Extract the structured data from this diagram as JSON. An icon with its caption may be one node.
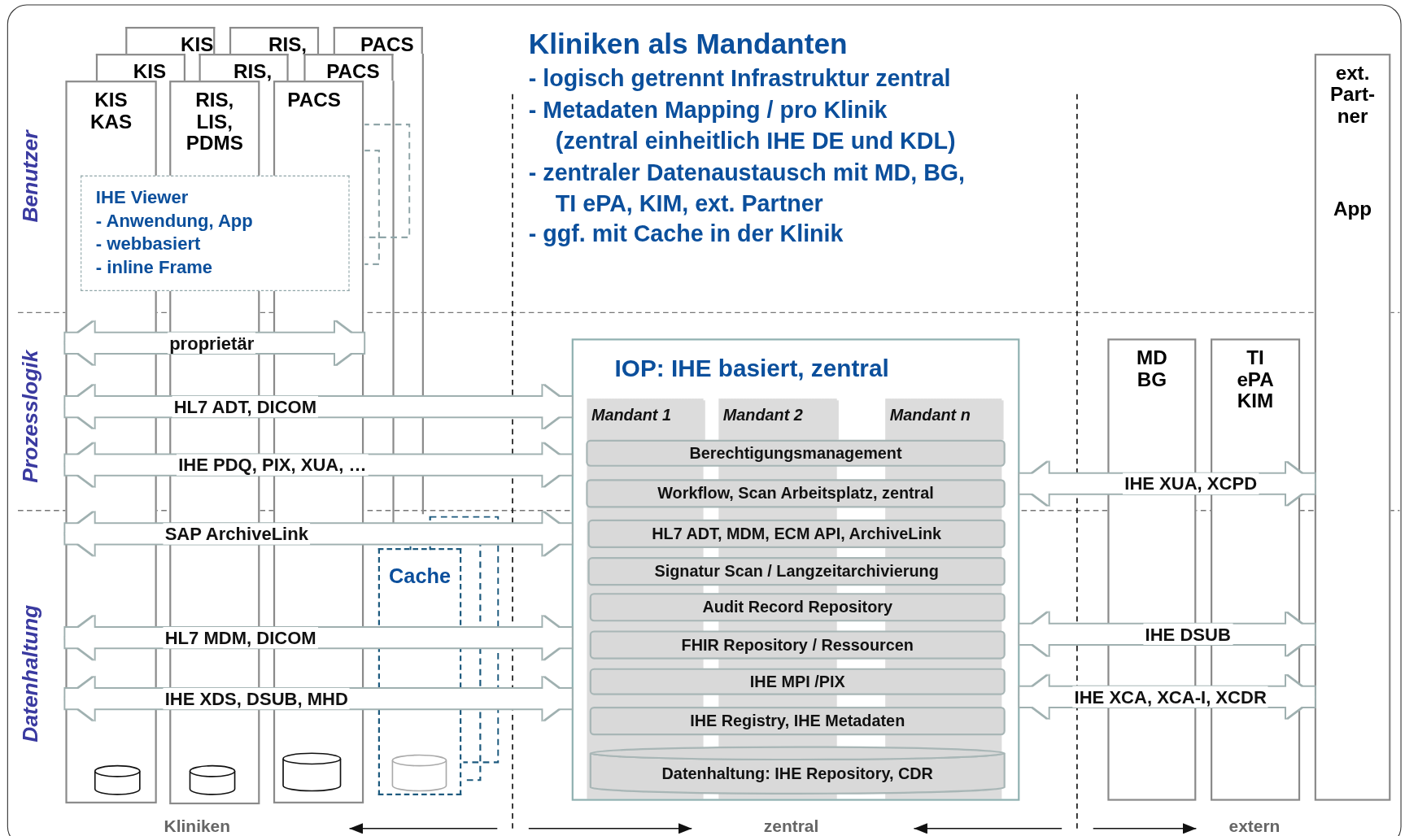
{
  "diagram": {
    "title": "Kliniken als Mandanten",
    "nodes": [
      {
        "text": [
          "KIS"
        ]
      },
      {
        "text": [
          "RIS,"
        ]
      },
      {
        "text": [
          "PACS"
        ]
      },
      {
        "text": [
          "KIS"
        ]
      },
      {
        "text": [
          "RIS,"
        ]
      },
      {
        "text": [
          "PACS"
        ]
      },
      {
        "text": [
          "KIS KAS"
        ]
      },
      {
        "text": [
          "RIS, LIS, PDMS"
        ]
      },
      {
        "text": [
          "PACS"
        ]
      },
      {
        "text": [
          "IHE Viewer",
          "- Anwendung, App",
          "- webbasiert",
          "- inline Frame"
        ]
      },
      {
        "text": [
          "IOP: IHE basiert, zentral"
        ]
      },
      {
        "text": [
          "Mandant 1"
        ],
        "in": 10
      },
      {
        "text": [
          "Mandant 2"
        ],
        "in": 10
      },
      {
        "text": [
          "Mandant n"
        ],
        "in": 10
      },
      {
        "text": [
          "Berechtigungsmanagement"
        ],
        "in": 10
      },
      {
        "text": [
          "Workflow, Scan Arbeitsplatz, zentral"
        ],
        "in": 10
      },
      {
        "text": [
          "HL7 ADT, MDM, ECM API, ArchiveLink"
        ],
        "in": 10
      },
      {
        "text": [
          "Signatur Scan / Langzeitarchivierung"
        ],
        "in": 10
      },
      {
        "text": [
          "Audit Record Repository"
        ],
        "in": 10
      },
      {
        "text": [
          "FHIR Repository / Ressourcen"
        ],
        "in": 10
      },
      {
        "text": [
          "IHE MPI /PIX"
        ],
        "in": 10
      },
      {
        "text": [
          "IHE Registry, IHE Metadaten"
        ],
        "in": 10
      },
      {
        "text": [
          "Datenhaltung: IHE Repository, CDR"
        ],
        "in": 10
      },
      {
        "text": [
          "Cache"
        ]
      },
      {
        "text": [
          "MD BG"
        ]
      },
      {
        "text": [
          "TI ePA KIM"
        ]
      },
      {
        "text": [
          "ext. Part-ner",
          "App"
        ]
      }
    ],
    "edges": [
      {
        "from": 6,
        "to": 8,
        "arrow": "both",
        "label": "proprietär"
      },
      {
        "from": 6,
        "to": 7,
        "arrow": "both"
      },
      {
        "from": 7,
        "to": 8,
        "arrow": "both"
      },
      {
        "from": 6,
        "to": 10,
        "arrow": "both",
        "label": "HL7 ADT, DICOM"
      },
      {
        "from": 7,
        "to": 10,
        "arrow": "both"
      },
      {
        "from": 8,
        "to": 10,
        "arrow": "both"
      },
      {
        "from": 6,
        "to": 10,
        "arrow": "both",
        "label": "IHE PDQ, PIX, XUA, …"
      },
      {
        "from": 7,
        "to": 10,
        "arrow": "both"
      },
      {
        "from": 8,
        "to": 10,
        "arrow": "both"
      },
      {
        "from": 6,
        "to": 10,
        "arrow": "both",
        "label": "SAP ArchiveLink"
      },
      {
        "from": 7,
        "to": 10,
        "arrow": "both"
      },
      {
        "from": 8,
        "to": 10,
        "arrow": "both"
      },
      {
        "from": 6,
        "to": 10,
        "arrow": "both",
        "label": "HL7 MDM, DICOM"
      },
      {
        "from": 7,
        "to": 10,
        "arrow": "both"
      },
      {
        "from": 8,
        "to": 10,
        "arrow": "both"
      },
      {
        "from": 6,
        "to": 10,
        "arrow": "both",
        "label": "IHE XDS, DSUB, MHD"
      },
      {
        "from": 7,
        "to": 10,
        "arrow": "both"
      },
      {
        "from": 8,
        "to": 10,
        "arrow": "both"
      },
      {
        "from": 10,
        "to": 26,
        "arrow": "both",
        "label": "IHE XUA, XCPD"
      },
      {
        "from": 10,
        "to": 24,
        "arrow": "both"
      },
      {
        "from": 10,
        "to": 25,
        "arrow": "both"
      },
      {
        "from": 10,
        "to": 26,
        "arrow": "both",
        "label": "IHE DSUB"
      },
      {
        "from": 10,
        "to": 24,
        "arrow": "both"
      },
      {
        "from": 10,
        "to": 25,
        "arrow": "both"
      },
      {
        "from": 10,
        "to": 26,
        "arrow": "both",
        "label": "IHE XCA, XCA-I, XCDR"
      },
      {
        "from": 10,
        "to": 24,
        "arrow": "both"
      },
      {
        "from": 10,
        "to": 25,
        "arrow": "both"
      },
      {
        "from": 23,
        "to": 10,
        "arrow": "both"
      },
      {
        "from": 23,
        "to": 10,
        "arrow": "both"
      }
    ],
    "labels": [
      "- logisch getrennt Infrastruktur zentral",
      "- Metadaten Mapping / pro Klinik (zentral einheitlich IHE DE und KDL)",
      "- zentraler Datenaustausch mit MD, BG, TI ePA, KIM, ext. Partner",
      "- ggf. mit Cache in der Klinik",
      "Benutzer",
      "Prozesslogik",
      "Datenhaltung",
      "Kliniken",
      "zentral",
      "extern"
    ]
  }
}
